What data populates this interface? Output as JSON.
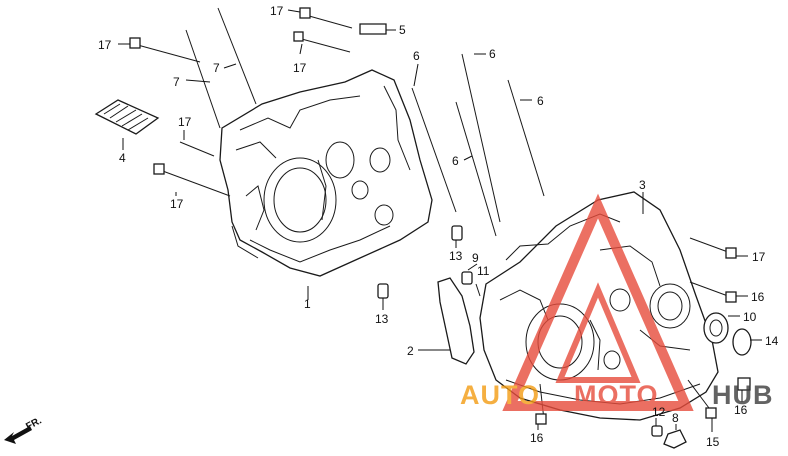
{
  "callouts": [
    {
      "label": "17"
    },
    {
      "label": "5"
    },
    {
      "label": "17"
    },
    {
      "label": "17"
    },
    {
      "label": "7"
    },
    {
      "label": "7"
    },
    {
      "label": "6"
    },
    {
      "label": "6"
    },
    {
      "label": "6"
    },
    {
      "label": "6"
    },
    {
      "label": "4"
    },
    {
      "label": "17"
    },
    {
      "label": "17"
    },
    {
      "label": "3"
    },
    {
      "label": "17"
    },
    {
      "label": "13"
    },
    {
      "label": "9"
    },
    {
      "label": "11"
    },
    {
      "label": "16"
    },
    {
      "label": "1"
    },
    {
      "label": "13"
    },
    {
      "label": "10"
    },
    {
      "label": "14"
    },
    {
      "label": "2"
    },
    {
      "label": "16"
    },
    {
      "label": "12"
    },
    {
      "label": "8"
    },
    {
      "label": "16"
    },
    {
      "label": "15"
    }
  ],
  "direction_marker": {
    "label": "FR."
  },
  "watermark": {
    "text_left": "AUTO",
    "text_mid": "MOTO",
    "text_right": "HUB",
    "color_orange": "#f39c12",
    "color_red": "#e74c3c",
    "color_dark": "#3d3d3d"
  }
}
